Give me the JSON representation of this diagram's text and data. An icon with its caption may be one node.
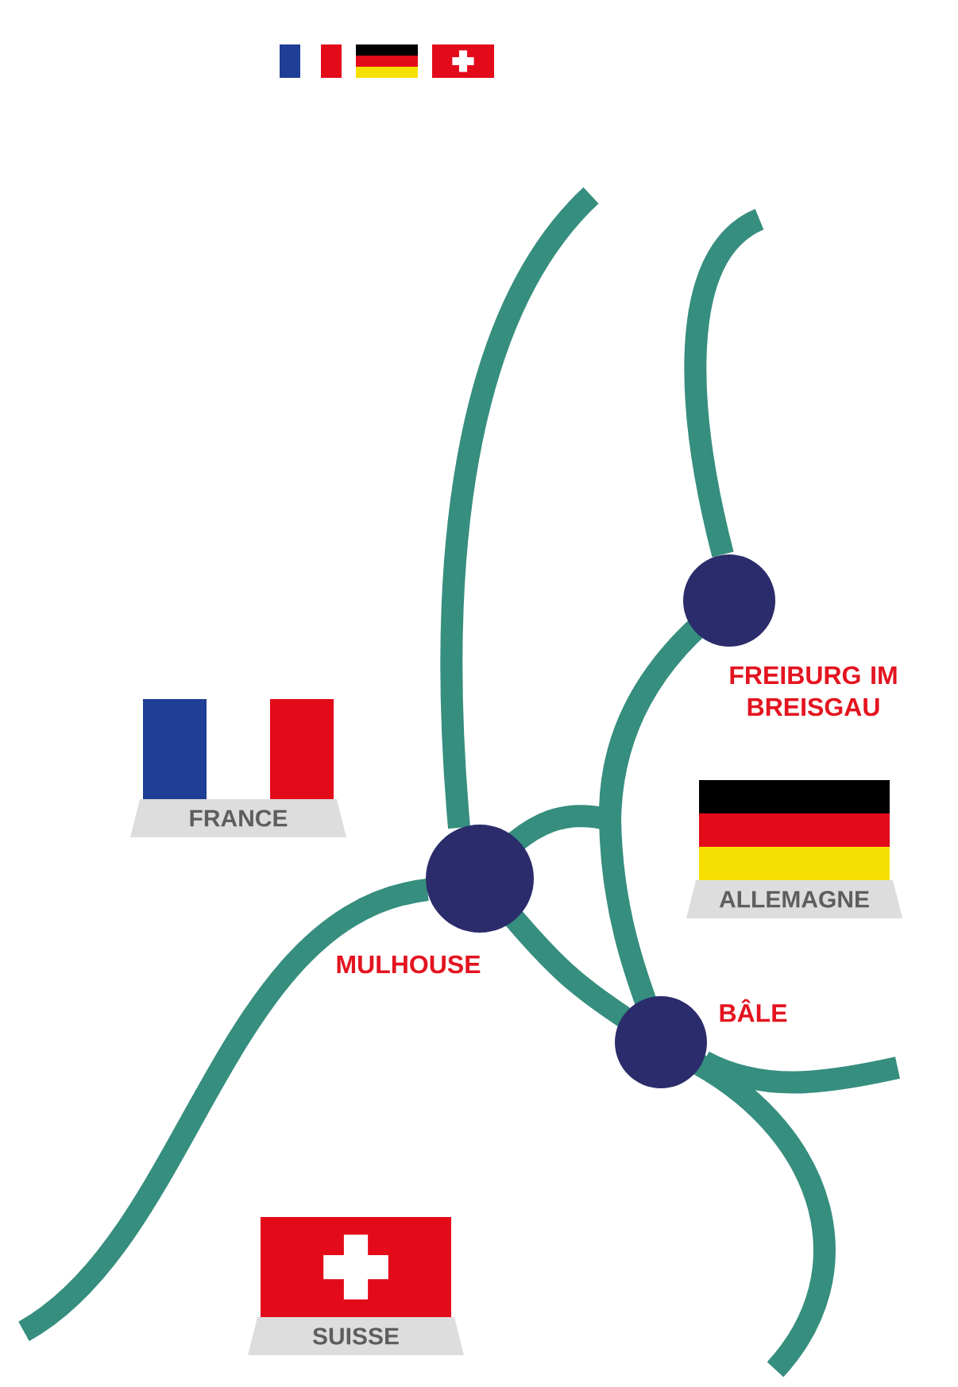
{
  "diagram": {
    "nodes": [
      {
        "text": [],
        "shape": "circle",
        "beside": [
          "FREIBURG IM BREISGAU"
        ]
      },
      {
        "text": [
          "FRANCE"
        ]
      },
      {
        "text": [
          "ALLEMAGNE"
        ]
      },
      {
        "text": [],
        "shape": "circle",
        "beside": [
          "MULHOUSE"
        ]
      },
      {
        "text": [],
        "shape": "circle",
        "beside": [
          "BÂLE"
        ]
      },
      {
        "text": [
          "SUISSE"
        ]
      }
    ],
    "edges": [
      {
        "from": 0,
        "to": 4,
        "arrow": "none"
      },
      {
        "from": 3,
        "to": 4,
        "arrow": "none"
      },
      {
        "from": 3,
        "to": 0,
        "arrow": "none"
      }
    ]
  }
}
